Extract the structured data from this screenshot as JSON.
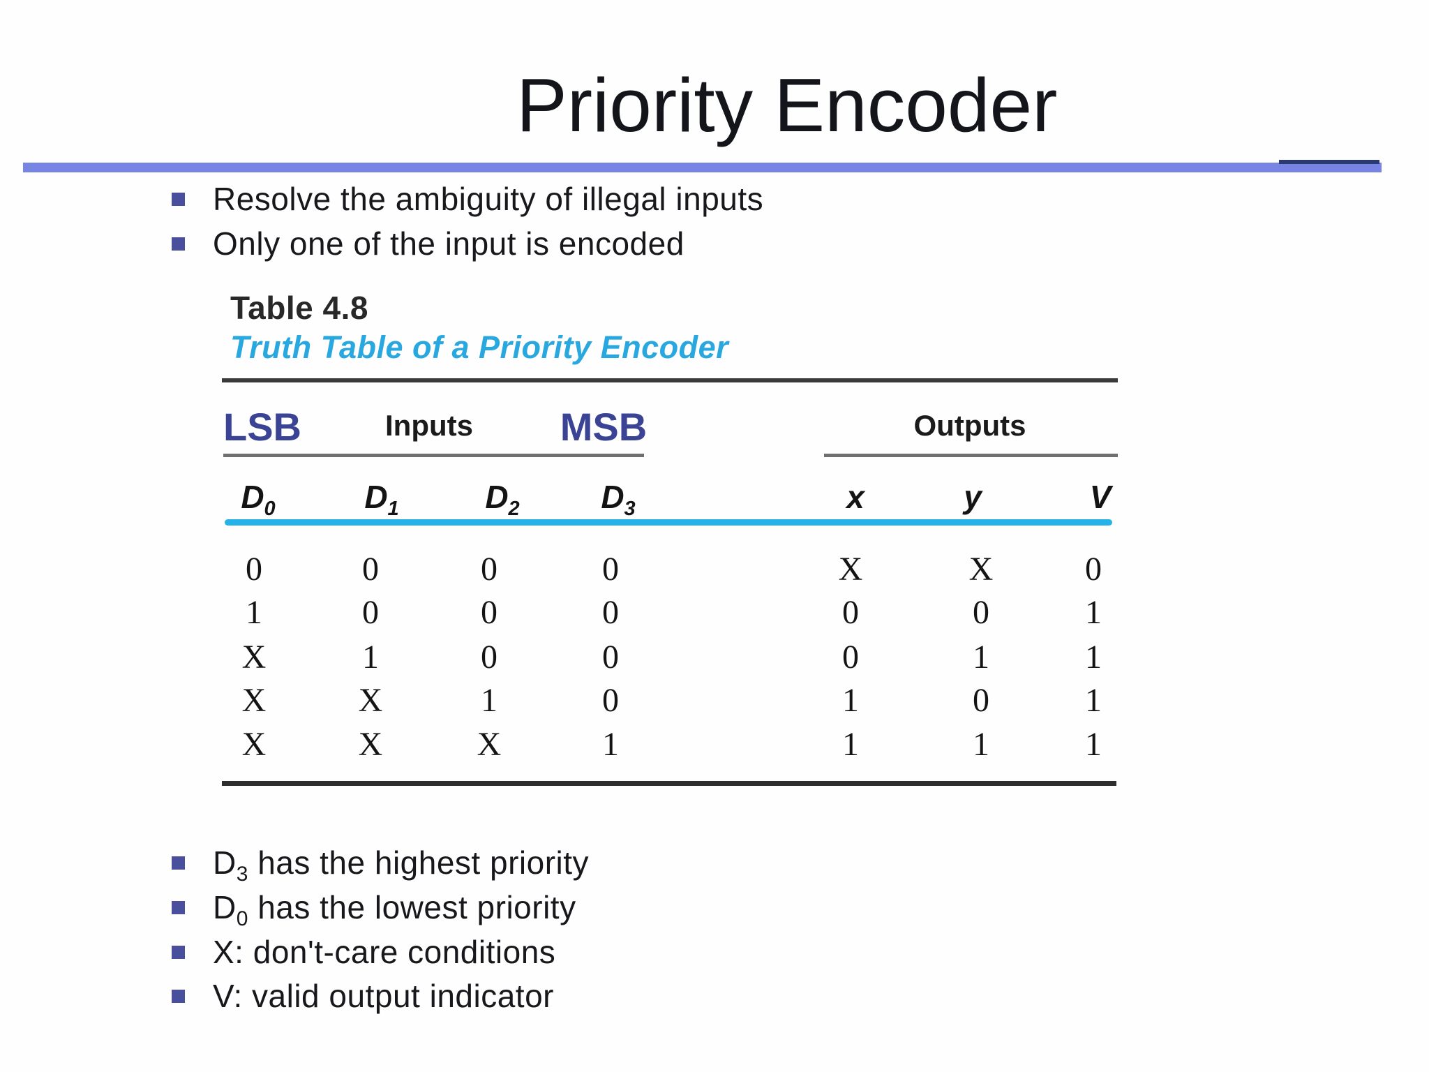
{
  "slide": {
    "title": "Priority Encoder",
    "accent_bar_color": "#7884e3",
    "accent_tab_color": "#2b3a72",
    "bullet_square_color": "#4a4f9d"
  },
  "bullets_top": [
    {
      "text": "Resolve the ambiguity of illegal inputs"
    },
    {
      "text": "Only one of the input is encoded"
    }
  ],
  "figure": {
    "label": "Table 4.8",
    "caption": "Truth Table of a Priority Encoder",
    "caption_color": "#29a8e0",
    "cyan_rule_color": "#25b2e8",
    "groups": {
      "lsb": "LSB",
      "inputs": "Inputs",
      "msb": "MSB",
      "outputs": "Outputs"
    },
    "columns": {
      "inputs": [
        {
          "base": "D",
          "sub": "0"
        },
        {
          "base": "D",
          "sub": "1"
        },
        {
          "base": "D",
          "sub": "2"
        },
        {
          "base": "D",
          "sub": "3"
        }
      ],
      "outputs": [
        {
          "base": "x"
        },
        {
          "base": "y"
        },
        {
          "base": "V"
        }
      ]
    },
    "rows": [
      [
        "0",
        "0",
        "0",
        "0",
        "X",
        "X",
        "0"
      ],
      [
        "1",
        "0",
        "0",
        "0",
        "0",
        "0",
        "1"
      ],
      [
        "X",
        "1",
        "0",
        "0",
        "0",
        "1",
        "1"
      ],
      [
        "X",
        "X",
        "1",
        "0",
        "1",
        "0",
        "1"
      ],
      [
        "X",
        "X",
        "X",
        "1",
        "1",
        "1",
        "1"
      ]
    ]
  },
  "bullets_bottom": [
    {
      "base": "D",
      "sub": "3",
      "rest": " has the highest priority"
    },
    {
      "base": "D",
      "sub": "0",
      "rest": " has the lowest priority"
    },
    {
      "text": "X: don't-care conditions"
    },
    {
      "text": "V: valid output indicator"
    }
  ]
}
